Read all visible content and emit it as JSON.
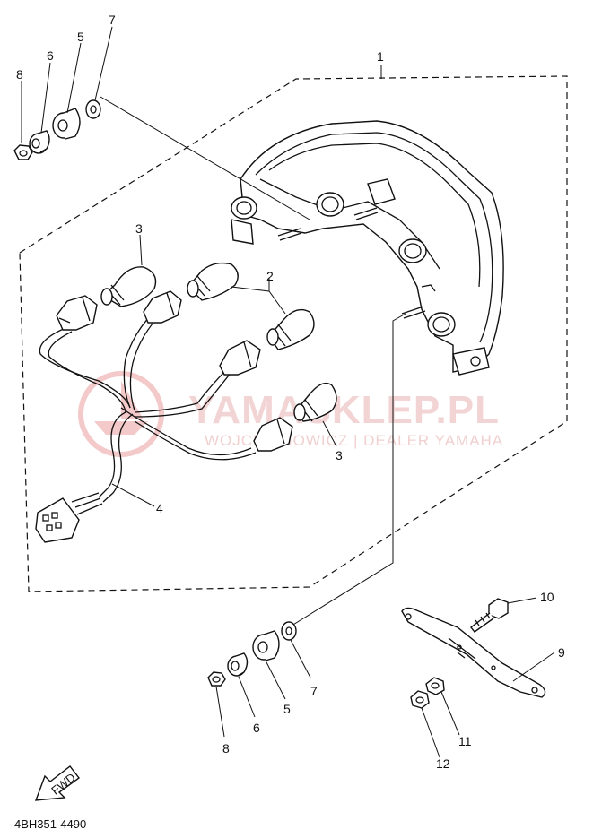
{
  "callouts": [
    {
      "id": "1",
      "text": "1"
    },
    {
      "id": "2",
      "text": "2"
    },
    {
      "id": "3a",
      "text": "3"
    },
    {
      "id": "3b",
      "text": "3"
    },
    {
      "id": "4",
      "text": "4"
    },
    {
      "id": "5a",
      "text": "5"
    },
    {
      "id": "5b",
      "text": "5"
    },
    {
      "id": "6a",
      "text": "6"
    },
    {
      "id": "6b",
      "text": "6"
    },
    {
      "id": "7a",
      "text": "7"
    },
    {
      "id": "7b",
      "text": "7"
    },
    {
      "id": "8a",
      "text": "8"
    },
    {
      "id": "8b",
      "text": "8"
    },
    {
      "id": "9",
      "text": "9"
    },
    {
      "id": "10",
      "text": "10"
    },
    {
      "id": "11",
      "text": "11"
    },
    {
      "id": "12",
      "text": "12"
    }
  ],
  "diagram_code": "4BH351-4490",
  "fwd_label": "FWD",
  "watermark": {
    "title": "YAMASKLEP.PL",
    "subtitle": "WOJCIECHOWICZ | DEALER YAMAHA"
  },
  "colors": {
    "line": "#111111",
    "watermark": "#e3a1a1"
  }
}
